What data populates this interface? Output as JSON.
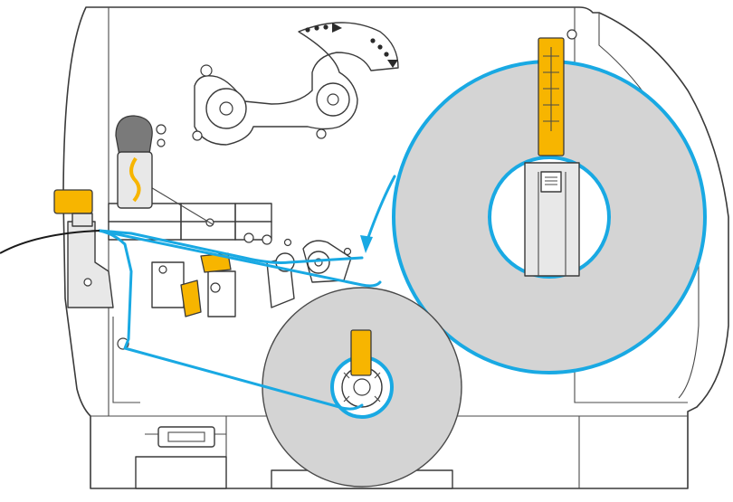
{
  "colors": {
    "media_path": "#19a9e3",
    "adjuster": "#f7b500",
    "roll_fill": "#d4d4d4",
    "line": "#3a3a3a",
    "background": "#ffffff"
  },
  "components": {
    "main_frame": "printer-frame",
    "media_supply_roll": "supply-roll",
    "take_up_spindle": "take-up-spindle",
    "media_path": "media-path",
    "feed_direction_arrow": "arrow-icon",
    "dancer_arm_arrows": "rotation-arrow-icon",
    "yellow_adjusters": "adjuster-icon"
  }
}
